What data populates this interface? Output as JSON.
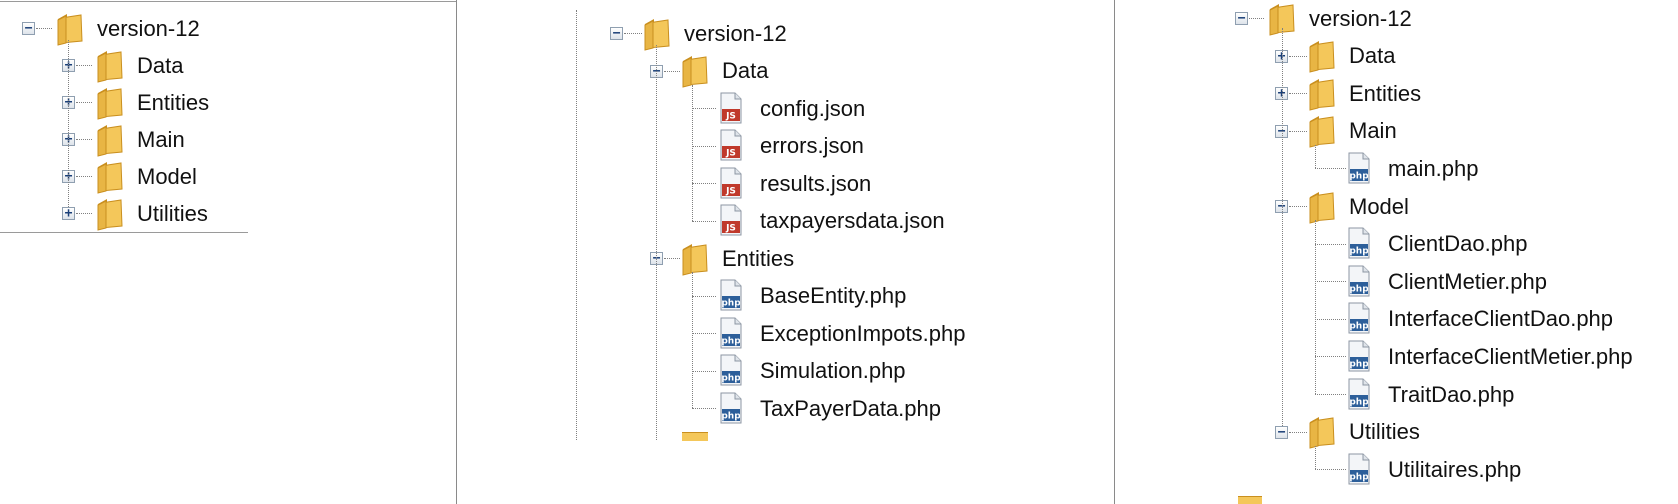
{
  "colors": {
    "folder": "#f4c75a",
    "folder_dark": "#c98f1f",
    "json_icon": "#c0392b",
    "php_icon": "#2d5f9a"
  },
  "icons": {
    "expand": "plus-box-icon",
    "collapse": "minus-box-icon",
    "folder": "folder-icon",
    "json": "json-file-icon",
    "php": "php-file-icon"
  },
  "php_badge": "php",
  "json_badge": "JS",
  "panel1": {
    "root": "version-12",
    "items": [
      "Data",
      "Entities",
      "Main",
      "Model",
      "Utilities"
    ]
  },
  "panel2": {
    "root": "version-12",
    "data_folder": "Data",
    "data_files": [
      "config.json",
      "errors.json",
      "results.json",
      "taxpayersdata.json"
    ],
    "entities_folder": "Entities",
    "entities_files": [
      "BaseEntity.php",
      "ExceptionImpots.php",
      "Simulation.php",
      "TaxPayerData.php"
    ]
  },
  "panel3": {
    "root": "version-12",
    "data_folder": "Data",
    "entities_folder": "Entities",
    "main_folder": "Main",
    "main_files": [
      "main.php"
    ],
    "model_folder": "Model",
    "model_files": [
      "ClientDao.php",
      "ClientMetier.php",
      "InterfaceClientDao.php",
      "InterfaceClientMetier.php",
      "TraitDao.php"
    ],
    "utilities_folder": "Utilities",
    "utilities_files": [
      "Utilitaires.php"
    ]
  }
}
